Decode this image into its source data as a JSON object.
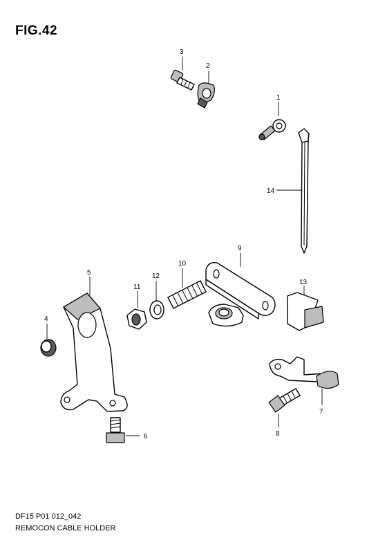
{
  "figure": {
    "title": "FIG.42",
    "code": "DF15 P01 012_042",
    "name": "REMOCON CABLE HOLDER"
  },
  "callouts": [
    "1",
    "2",
    "3",
    "4",
    "5",
    "6",
    "7",
    "8",
    "9",
    "10",
    "11",
    "12",
    "13",
    "14"
  ]
}
